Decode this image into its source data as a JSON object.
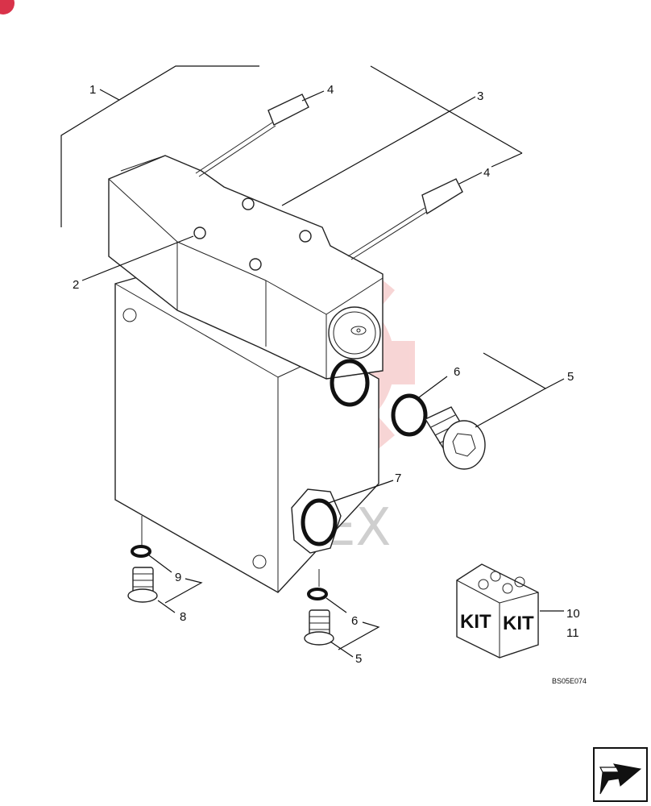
{
  "diagram": {
    "callouts": {
      "c1": "1",
      "c2": "2",
      "c3": "3",
      "c4a": "4",
      "c4b": "4",
      "c5a": "5",
      "c5b": "5",
      "c6a": "6",
      "c6b": "6",
      "c7": "7",
      "c8": "8",
      "c9": "9",
      "c10": "10",
      "c11": "11"
    },
    "kit_label_left": "KIT",
    "kit_label_right": "KIT",
    "reference_code": "BS05E074",
    "watermark_text": "ИМЕХ",
    "colors": {
      "line": "#111111",
      "watermark": "#f2b3b3",
      "corner_badge": "#d9334a"
    },
    "icons": [
      "gear-watermark",
      "return-arrow-icon"
    ]
  }
}
